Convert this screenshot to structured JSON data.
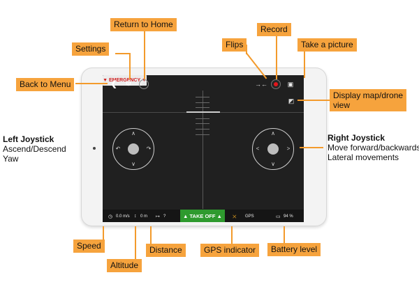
{
  "screen": {
    "emergency_label": "▼ EMERGENCY ▼",
    "takeoff_label": "▲ TAKE OFF ▲",
    "speed_value": "0.0 m/s",
    "altitude_value": "0 m",
    "distance_value": "?",
    "gps_label": "GPS",
    "battery_value": "94 %",
    "icons": {
      "back": "chevron-left-icon",
      "settings": "gear-icon",
      "home": "home-icon",
      "flips": "flip-icon",
      "record": "record-icon",
      "photo": "camera-icon",
      "map": "map-view-icon"
    },
    "colors": {
      "takeoff": "#2e9a2e",
      "emergency_text": "#d12121",
      "record": "#e4161b",
      "gps_indicator": "#c58b1e"
    }
  },
  "annotations": {
    "return_home": "Return to Home",
    "settings": "Settings",
    "back_to_menu": "Back to Menu",
    "flips": "Flips",
    "record": "Record",
    "take_picture": "Take a picture",
    "display_map_line1": "Display map/drone",
    "display_map_line2": "view",
    "left_joystick_title": "Left Joystick",
    "left_joystick_line1": "Ascend/Descend",
    "left_joystick_line2": "Yaw",
    "right_joystick_title": "Right Joystick",
    "right_joystick_line1": "Move forward/backwards",
    "right_joystick_line2": "Lateral movements",
    "speed": "Speed",
    "altitude": "Altitude",
    "distance": "Distance",
    "gps_indicator": "GPS indicator",
    "battery_level": "Battery level"
  },
  "accent_color": "#f6a33d"
}
